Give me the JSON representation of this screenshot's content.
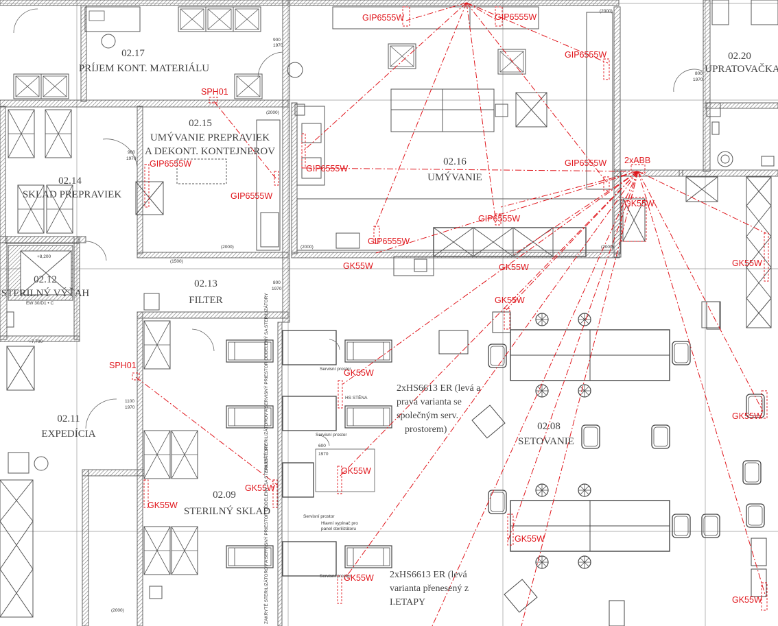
{
  "rooms": [
    {
      "id": "r1",
      "number": "02.17",
      "name": "PRÍJEM KONT. MATERIÁLU"
    },
    {
      "id": "r2",
      "number": "02.15",
      "name": "UMÝVANIE PREPRAVIEK",
      "name2": "A DEKONT. KONTEJNEROV"
    },
    {
      "id": "r3",
      "number": "02.14",
      "name": "SKLAD PREPRAVIEK"
    },
    {
      "id": "r4",
      "number": "02.16",
      "name": "UMÝVANIE"
    },
    {
      "id": "r5",
      "number": "02.20",
      "name": "UPRATOVAČKA"
    },
    {
      "id": "r6",
      "number": "02.12",
      "name": "STERILNÝ VÝŤAH"
    },
    {
      "id": "r7",
      "number": "02.13",
      "name": "FILTER"
    },
    {
      "id": "r8",
      "number": "02.11",
      "name": "EXPEDÍCIA"
    },
    {
      "id": "r9",
      "number": "02.09",
      "name": "STERILNÝ SKLAD"
    },
    {
      "id": "r10",
      "number": "02.08",
      "name": "SETOVANIE"
    }
  ],
  "notes": {
    "n1": [
      "2xHS6613 ER (levá a",
      "pravá varianta se",
      "společným serv.",
      "prostorem)"
    ],
    "n2": [
      "2xHS6613 ER (levá",
      "varianta přenesený z",
      "I.ETAPY"
    ]
  },
  "device_labels": {
    "gip": "GIP6555W",
    "gk": "GK55W",
    "sph": "SPH01",
    "abb": "2xABB"
  },
  "small_text": {
    "door_900": "900",
    "door_1970": "1970",
    "door_800": "800",
    "door_1100": "1100",
    "door_600": "600",
    "h2000": "(2000)",
    "h1500": "(1500)",
    "ew": "EW 30/D1 • C",
    "lvl1": "+8,200",
    "lvl2": "+7,700",
    "servis": "Servisní prostor",
    "vertical1": "ZAKRYTÉ STERILIZÁTOROV A SERVISNÝ PRIESTOR ODDELENÝ SA STERILIZÁTORY",
    "hs_stena": "HS STĚNA",
    "hlavni": "Hlavní vypínač pro",
    "hlavni2": "panel sterilizátoru"
  },
  "colors": {
    "wall": "#888888",
    "line": "#555555",
    "red": "#e0161c"
  }
}
